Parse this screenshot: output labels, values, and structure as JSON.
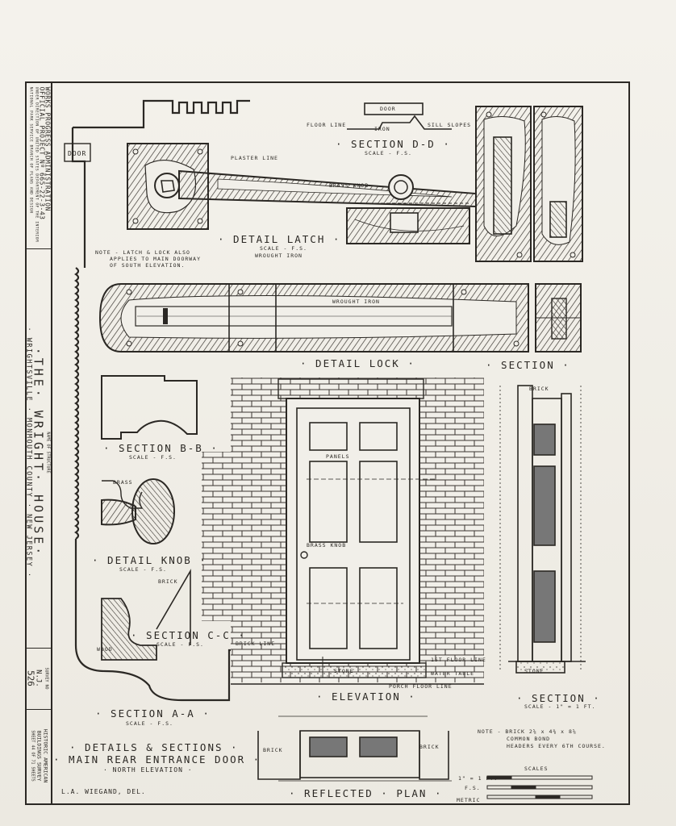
{
  "title_block": {
    "wpa_line1": "WORKS PROGRESS ADMINISTRATION",
    "wpa_line2": "OFFICIAL PROJECT Nº 665-22-3-43",
    "wpa_line3": "UNDER DIRECTION OF UNITED STATES DEPARTMENT OF THE INTERIOR",
    "wpa_line4": "NATIONAL PARK SERVICE BRANCH OF PLANS AND DESIGN",
    "name_caption": "NAME OF STRUCTURE",
    "structure_name": "·THE· WRIGHT· HOUSE·",
    "location": "· WRIGHTSVILLE · MONMOUTH COUNTY · NEW JERSEY ·",
    "survey_caption": "SURVEY NO",
    "survey_state": "N.J.",
    "survey_number": "526",
    "habs_line1": "HISTORIC AMERICAN",
    "habs_line2": "BUILDINGS SURVEY",
    "sheet_info": "SHEET 44 OF 71 SHEETS"
  },
  "labels": {
    "door": "DOOR",
    "plaster_line": "PLASTER LINE",
    "detail_latch": "· DETAIL LATCH ·",
    "scale_fs": "SCALE - F.S.",
    "wrought_iron": "WROUGHT IRON",
    "latch_note_1": "NOTE - LATCH & LOCK ALSO",
    "latch_note_2": "APPLIES TO MAIN DOORWAY",
    "latch_note_3": "OF SOUTH ELEVATION.",
    "brass_knob": "BRASS KNOB",
    "section_dd": "· SECTION D-D ·",
    "floor_line": "FLOOR LINE",
    "iron": "IRON",
    "sill_slopes": "SILL SLOPES",
    "door_small": "DOOR",
    "wrought_iron_lock": "WROUGHT IRON",
    "detail_lock": "· DETAIL LOCK ·",
    "section_lock": "· SECTION ·",
    "section_bb": "· SECTION B-B ·",
    "scale_fs_b": "SCALE - F.S.",
    "brass": "BRASS",
    "detail_knob": "· DETAIL KNOB ·",
    "scale_fs_k": "SCALE - F.S.",
    "brick": "BRICK",
    "section_cc": "· SECTION C-C ·",
    "scale_fs_c": "SCALE - F.S.",
    "wood": "WOOD",
    "brick_line": "BRICK LINE",
    "section_aa": "· SECTION A-A ·",
    "scale_fs_a": "SCALE - F.S.",
    "panels": "PANELS",
    "brass_knob_door": "BRASS KNOB",
    "stone": "STONE",
    "first_floor_line": "1ST FLOOR LINE",
    "water_table": "WATER TABLE",
    "porch_floor_line": "PORCH FLOOR LINE",
    "elevation": "· ELEVATION ·",
    "brick_top": "BRICK",
    "stone_right": "STONE",
    "section_right": "· SECTION ·",
    "scale_right": "SCALE - 1\" = 1 FT.",
    "brick_plan_l": "BRICK",
    "brick_plan_r": "BRICK",
    "reflected_plan": "· REFLECTED · PLAN ·",
    "brick_note_1": "NOTE - BRICK 2⅝ x 4⅜ x 8⅝",
    "brick_note_2": "COMMON BOND",
    "brick_note_3": "HEADERS EVERY 6TH COURSE.",
    "scales_title": "SCALES",
    "scale_1ft": "1\" = 1 FT.",
    "scale_fs_bar": "F.S.",
    "metric": "METRIC",
    "sheet_title_1": "· DETAILS & SECTIONS ·",
    "sheet_title_2": "· MAIN REAR ENTRANCE DOOR ·",
    "sheet_title_3": "· NORTH ELEVATION ·",
    "delineator": "L.A. WIEGAND, DEL."
  }
}
